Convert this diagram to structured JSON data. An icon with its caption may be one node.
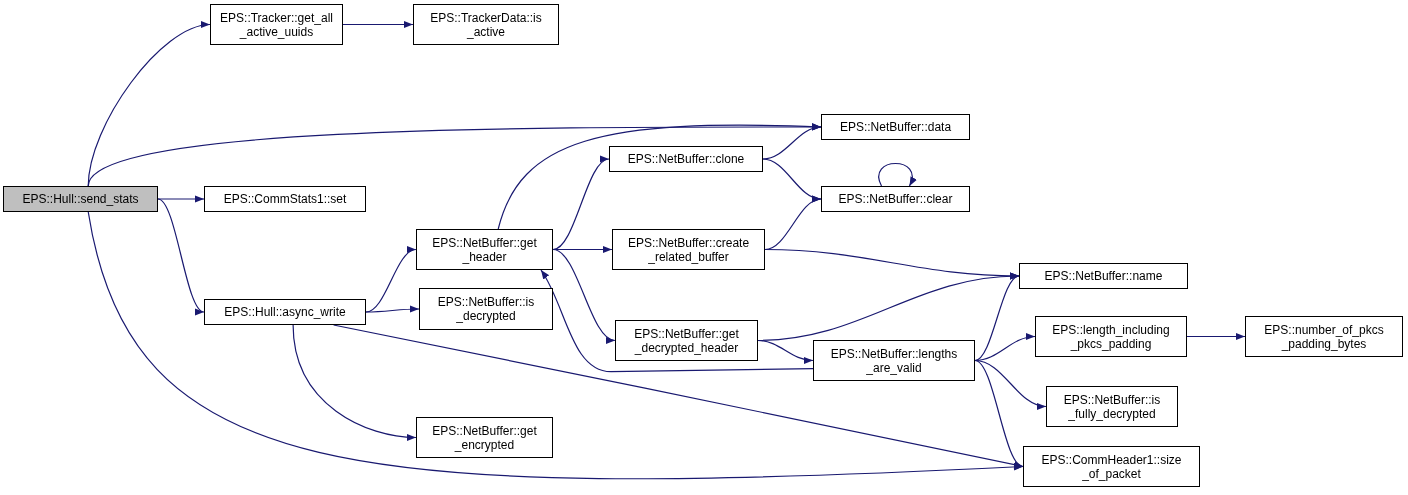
{
  "diagram": {
    "nodes": [
      {
        "text": [
          "EPS::Hull::send_stats"
        ]
      },
      {
        "text": [
          "EPS::Tracker::get_all _active_uuids"
        ]
      },
      {
        "text": [
          "EPS::TrackerData::is _active"
        ]
      },
      {
        "text": [
          "EPS::NetBuffer::data"
        ]
      },
      {
        "text": [
          "EPS::CommStats1::set"
        ]
      },
      {
        "text": [
          "EPS::NetBuffer::get _header"
        ]
      },
      {
        "text": [
          "EPS::NetBuffer::clone"
        ]
      },
      {
        "text": [
          "EPS::NetBuffer::clear"
        ]
      },
      {
        "text": [
          "EPS::NetBuffer::create _related_buffer"
        ]
      },
      {
        "text": [
          "EPS::NetBuffer::name"
        ]
      },
      {
        "text": [
          "EPS::Hull::async_write"
        ]
      },
      {
        "text": [
          "EPS::NetBuffer::is _decrypted"
        ]
      },
      {
        "text": [
          "EPS::NetBuffer::get _decrypted_header"
        ]
      },
      {
        "text": [
          "EPS::NetBuffer::lengths _are_valid"
        ]
      },
      {
        "text": [
          "EPS::length_including _pkcs_padding"
        ]
      },
      {
        "text": [
          "EPS::number_of_pkcs _padding_bytes"
        ]
      },
      {
        "text": [
          "EPS::NetBuffer::is _fully_decrypted"
        ]
      },
      {
        "text": [
          "EPS::NetBuffer::get _encrypted"
        ]
      },
      {
        "text": [
          "EPS::CommHeader1::size _of_packet"
        ]
      }
    ],
    "edges": [
      {
        "from": 0,
        "to": 1,
        "arrow": "to"
      },
      {
        "from": 1,
        "to": 2,
        "arrow": "to"
      },
      {
        "from": 0,
        "to": 3,
        "arrow": "to"
      },
      {
        "from": 0,
        "to": 4,
        "arrow": "to"
      },
      {
        "from": 0,
        "to": 10,
        "arrow": "to"
      },
      {
        "from": 0,
        "to": 18,
        "arrow": "to"
      },
      {
        "from": 10,
        "to": 5,
        "arrow": "to"
      },
      {
        "from": 10,
        "to": 11,
        "arrow": "to"
      },
      {
        "from": 10,
        "to": 17,
        "arrow": "to"
      },
      {
        "from": 10,
        "to": 18,
        "arrow": "to"
      },
      {
        "from": 5,
        "to": 3,
        "arrow": "to"
      },
      {
        "from": 5,
        "to": 6,
        "arrow": "to"
      },
      {
        "from": 5,
        "to": 8,
        "arrow": "to"
      },
      {
        "from": 5,
        "to": 12,
        "arrow": "to"
      },
      {
        "from": 6,
        "to": 3,
        "arrow": "to"
      },
      {
        "from": 6,
        "to": 7,
        "arrow": "to"
      },
      {
        "from": 7,
        "to": 7,
        "arrow": "to"
      },
      {
        "from": 8,
        "to": 7,
        "arrow": "to"
      },
      {
        "from": 8,
        "to": 9,
        "arrow": "to"
      },
      {
        "from": 12,
        "to": 9,
        "arrow": "to"
      },
      {
        "from": 12,
        "to": 13,
        "arrow": "to"
      },
      {
        "from": 13,
        "to": 5,
        "arrow": "to"
      },
      {
        "from": 13,
        "to": 9,
        "arrow": "to"
      },
      {
        "from": 13,
        "to": 14,
        "arrow": "to"
      },
      {
        "from": 13,
        "to": 16,
        "arrow": "to"
      },
      {
        "from": 13,
        "to": 18,
        "arrow": "to"
      },
      {
        "from": 14,
        "to": 15,
        "arrow": "to"
      }
    ]
  }
}
